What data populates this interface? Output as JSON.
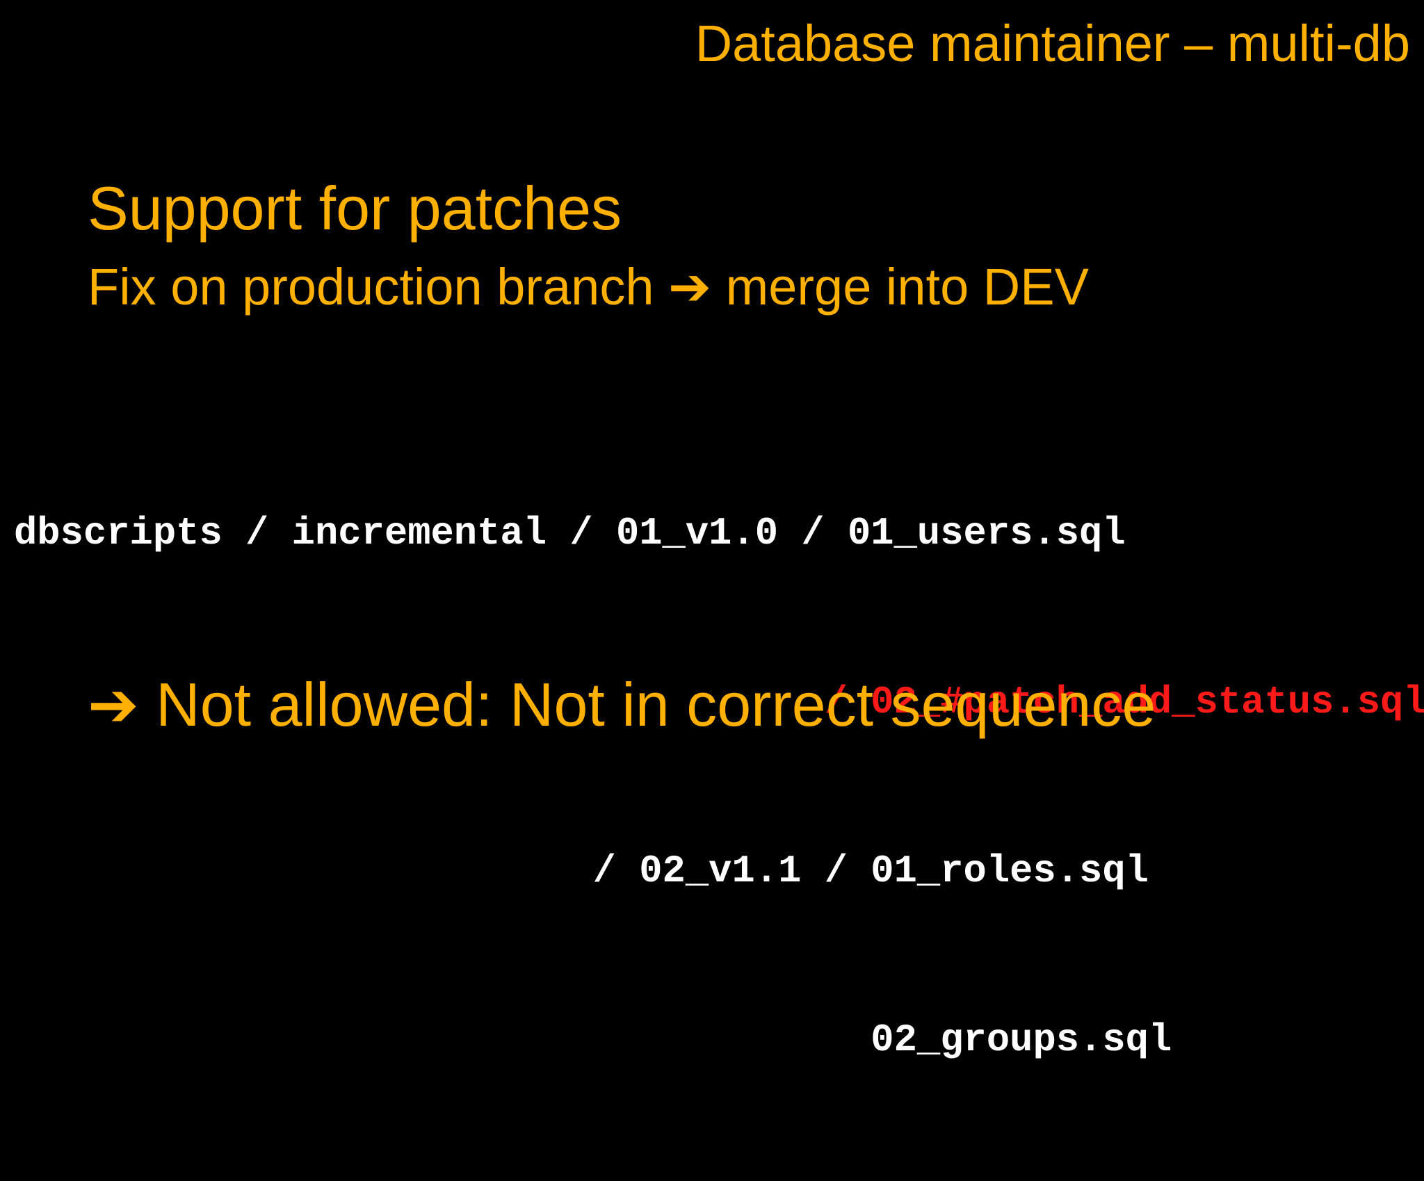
{
  "slide": {
    "title": "Database maintainer – multi-db",
    "heading": "Support for patches",
    "subline": {
      "before": "Fix on production branch ",
      "arrow_icon": "right-arrow-icon",
      "arrow_glyph": "➔",
      "after": " merge into DEV"
    },
    "code_lines": [
      "dbscripts / incremental / 01_v1.0 / 01_users.sql",
      "                                   / 02_#patch_add_status.sql",
      "                         / 02_v1.1 / 01_roles.sql",
      "                                     02_groups.sql"
    ],
    "conclusion": {
      "arrow_icon": "right-arrow-icon",
      "arrow_glyph": "➔",
      "text": " Not allowed: Not in correct sequence"
    },
    "colors": {
      "background": "#000000",
      "accent": "#FFB000",
      "code": "#FFFFFF",
      "highlight": "#FF1A1A"
    }
  }
}
